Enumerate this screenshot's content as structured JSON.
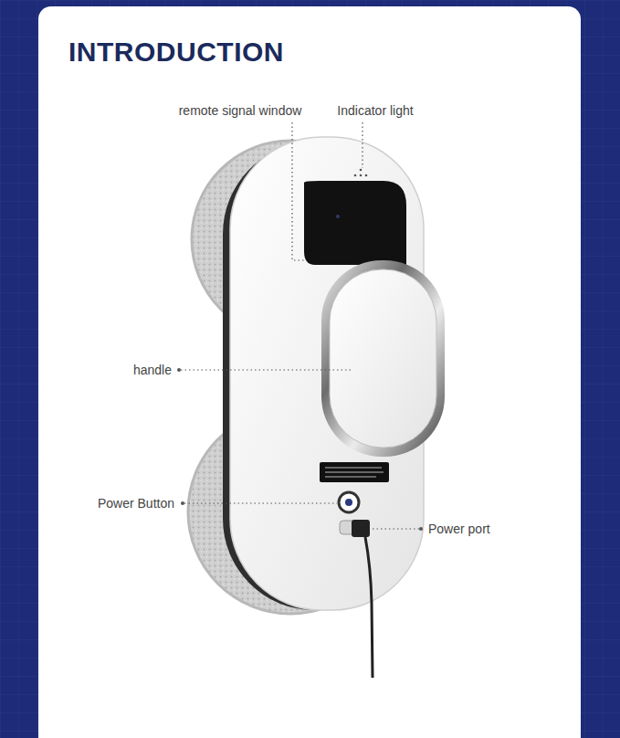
{
  "diagram": {
    "title": "INTRODUCTION",
    "labels": [
      "remote signal window",
      "Indicator light",
      "handle",
      "Power Button",
      "Power port"
    ]
  }
}
